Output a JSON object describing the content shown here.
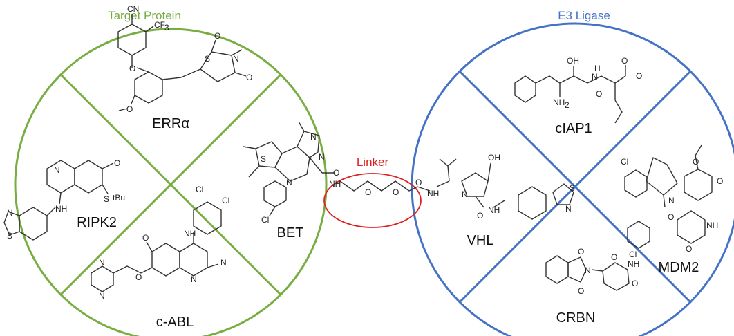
{
  "colors": {
    "target": "#78ad42",
    "e3": "#4472c4",
    "linker": "#e02020",
    "structure": "#333333"
  },
  "headings": {
    "target": "Target Protein",
    "e3": "E3 Ligase",
    "linker": "Linker"
  },
  "target_sectors": {
    "top": "ERRα",
    "left": "RIPK2",
    "right": "BET",
    "bottom": "c-ABL"
  },
  "e3_sectors": {
    "top": "cIAP1",
    "left": "VHL",
    "right": "MDM2",
    "bottom": "CRBN"
  },
  "atoms": {
    "CN": "CN",
    "CF3": "CF",
    "sub3": "3",
    "O": "O",
    "S": "S",
    "N": "N",
    "NH": "NH",
    "H": "H",
    "OH": "OH",
    "NH2": "NH",
    "sub2": "2",
    "Cl": "Cl",
    "tBu": "tBu"
  }
}
